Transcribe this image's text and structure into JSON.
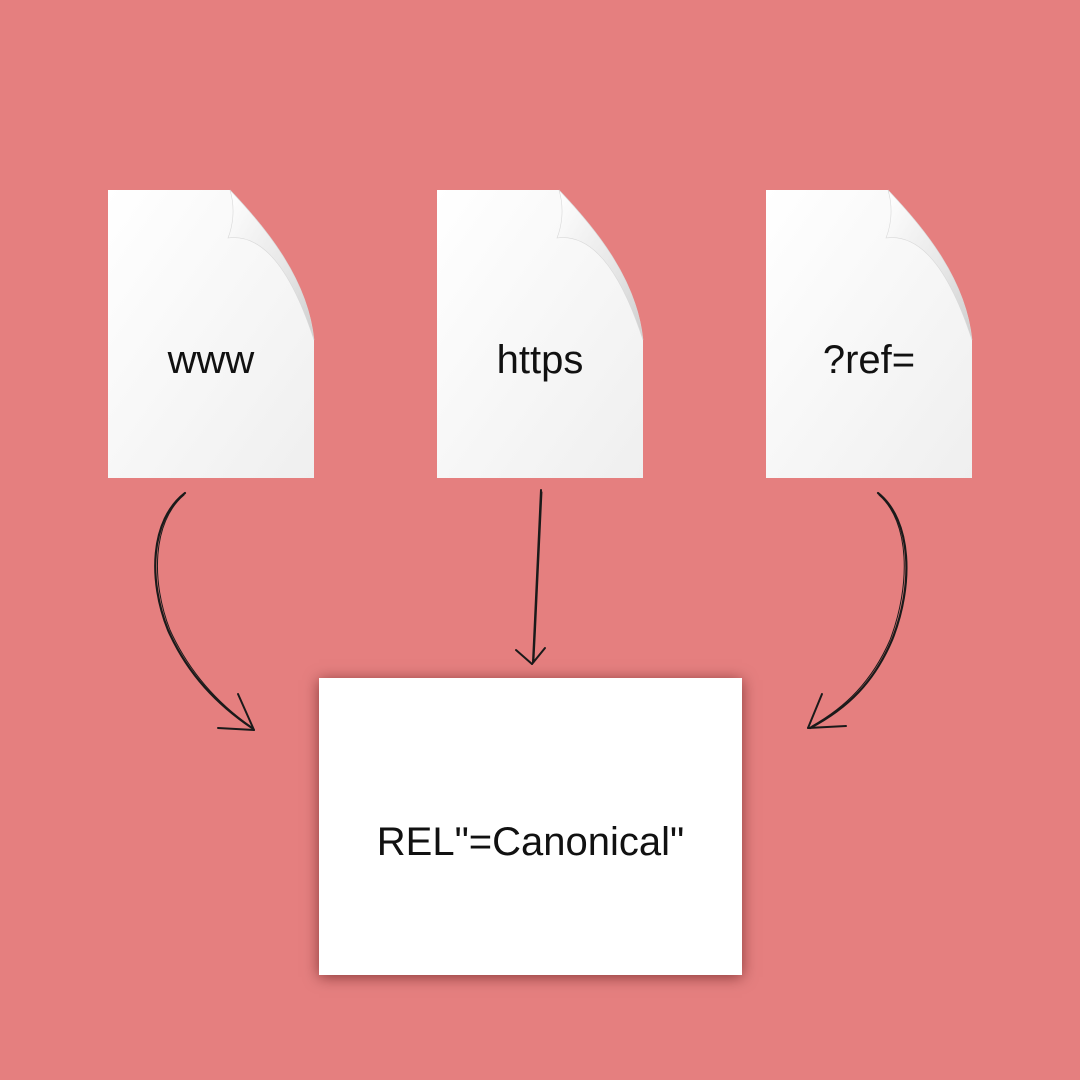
{
  "colors": {
    "background": "#e57f7f",
    "document": "#f7f7f7",
    "card": "#ffffff",
    "arrow": "#1a1a1a",
    "text": "#111111"
  },
  "documents": [
    {
      "icon": "page-curl-document-icon",
      "label": "www"
    },
    {
      "icon": "page-curl-document-icon",
      "label": "https"
    },
    {
      "icon": "page-curl-document-icon",
      "label": "?ref="
    }
  ],
  "canonical": {
    "label": "REL\"=Canonical\""
  },
  "arrows": [
    {
      "from": "www",
      "to": "canonical",
      "icon": "curved-arrow-icon"
    },
    {
      "from": "https",
      "to": "canonical",
      "icon": "straight-arrow-icon"
    },
    {
      "from": "?ref=",
      "to": "canonical",
      "icon": "curved-arrow-icon"
    }
  ]
}
